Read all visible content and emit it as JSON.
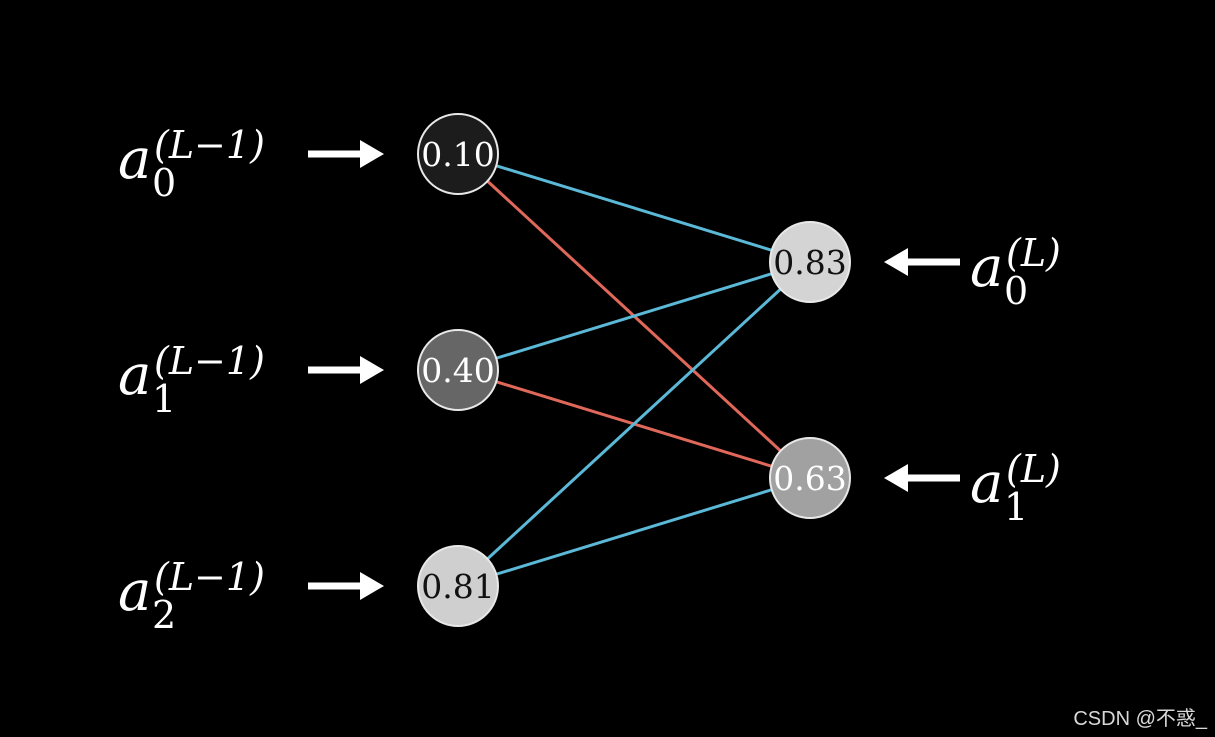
{
  "diagram": {
    "prev_layer": [
      {
        "base": "a",
        "subscript": "0",
        "superscript": "(L−1)",
        "value": "0.10",
        "fill": "#1c1c1c",
        "text_color": "#ffffff"
      },
      {
        "base": "a",
        "subscript": "1",
        "superscript": "(L−1)",
        "value": "0.40",
        "fill": "#666666",
        "text_color": "#ffffff"
      },
      {
        "base": "a",
        "subscript": "2",
        "superscript": "(L−1)",
        "value": "0.81",
        "fill": "#cfcfcf",
        "text_color": "#111111"
      }
    ],
    "curr_layer": [
      {
        "base": "a",
        "subscript": "0",
        "superscript": "(L)",
        "value": "0.83",
        "fill": "#d4d4d4",
        "text_color": "#111111"
      },
      {
        "base": "a",
        "subscript": "1",
        "superscript": "(L)",
        "value": "0.63",
        "fill": "#a1a1a1",
        "text_color": "#ffffff"
      }
    ],
    "connections": [
      {
        "from": 0,
        "to": 0,
        "color": "#5bb8d6"
      },
      {
        "from": 0,
        "to": 1,
        "color": "#e0685a"
      },
      {
        "from": 1,
        "to": 0,
        "color": "#5bb8d6"
      },
      {
        "from": 1,
        "to": 1,
        "color": "#e0685a"
      },
      {
        "from": 2,
        "to": 0,
        "color": "#5bb8d6"
      },
      {
        "from": 2,
        "to": 1,
        "color": "#5bb8d6"
      }
    ],
    "colors": {
      "background": "#000000",
      "node_stroke": "#e8e8e8",
      "arrow": "#ffffff",
      "positive_weight": "#5bb8d6",
      "negative_weight": "#e0685a"
    }
  },
  "watermark": "CSDN @不惑_"
}
